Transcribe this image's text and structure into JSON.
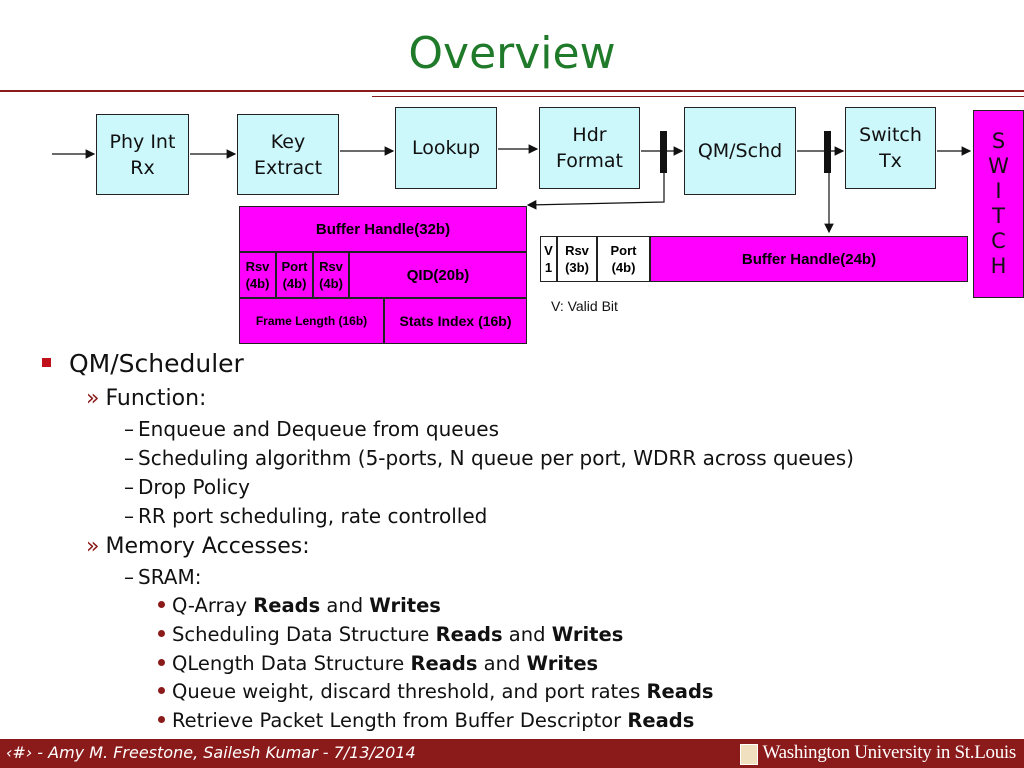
{
  "title": "Overview",
  "diagram": {
    "blocks": {
      "phy_int_rx": "Phy Int\nRx",
      "key_extract": "Key\nExtract",
      "lookup": "Lookup",
      "hdr_format": "Hdr\nFormat",
      "qm_schd": "QM/Schd",
      "switch_tx": "Switch\nTx"
    },
    "switch_letters": [
      "S",
      "W",
      "I",
      "T",
      "C",
      "H"
    ],
    "left_record": {
      "buffer_handle": "Buffer Handle(32b)",
      "rsv1": "Rsv\n(4b)",
      "port": "Port\n(4b)",
      "rsv2": "Rsv\n(4b)",
      "qid": "QID(20b)",
      "frame_length": "Frame Length (16b)",
      "stats_index": "Stats Index (16b)"
    },
    "right_record": {
      "v": "V\n1",
      "rsv": "Rsv\n(3b)",
      "port": "Port\n(4b)",
      "buffer_handle": "Buffer Handle(24b)"
    },
    "valid_bit_note": "V: Valid Bit",
    "colors": {
      "block_fill": "#ccf7fb",
      "record_fill": "#ff00ff",
      "title": "#1f7a2a",
      "accent": "#8b1a1a"
    }
  },
  "outline": {
    "l1": "QM/Scheduler",
    "function_label": "Function:",
    "function_items": [
      "Enqueue and Dequeue from queues",
      "Scheduling algorithm (5-ports, N queue per port, WDRR across queues)",
      "Drop Policy",
      "RR port scheduling, rate controlled"
    ],
    "memory_label": "Memory Accesses:",
    "sram_label": "SRAM:",
    "sram_items": [
      {
        "pre": "Q-Array ",
        "b1": "Reads",
        "mid": " and ",
        "b2": "Writes"
      },
      {
        "pre": "Scheduling Data Structure ",
        "b1": "Reads",
        "mid": " and ",
        "b2": "Writes"
      },
      {
        "pre": "QLength Data Structure ",
        "b1": "Reads",
        "mid": " and ",
        "b2": "Writes"
      },
      {
        "pre": "Queue weight, discard threshold, and port rates ",
        "b1": "Reads",
        "mid": "",
        "b2": ""
      },
      {
        "pre": "Retrieve Packet Length from Buffer Descriptor ",
        "b1": "Reads",
        "mid": "",
        "b2": ""
      }
    ]
  },
  "footer": {
    "left": "‹#› - Amy M. Freestone, Sailesh Kumar - 7/13/2014",
    "right": "Washington University in St.Louis"
  }
}
